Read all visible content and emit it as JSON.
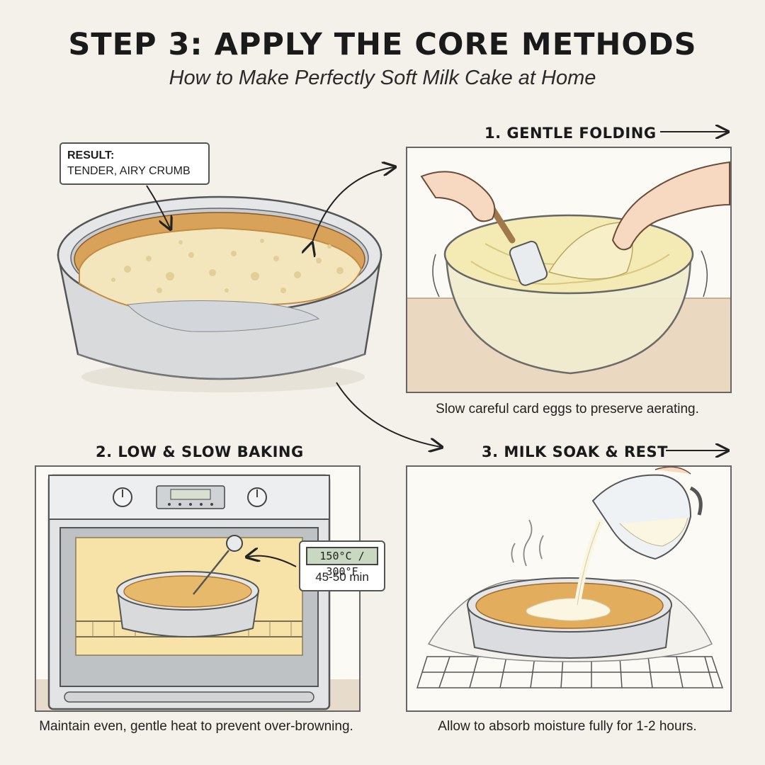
{
  "header": {
    "title": "STEP 3: APPLY THE CORE METHODS",
    "subtitle": "How to Make Perfectly Soft Milk Cake at Home"
  },
  "callout": {
    "label": "RESULT:",
    "text": "TENDER, AIRY CRUMB"
  },
  "steps": [
    {
      "heading": "1. GENTLE FOLDING",
      "caption": "Slow careful card eggs to preserve aerating."
    },
    {
      "heading": "2. LOW & SLOW BAKING",
      "caption": "Maintain even, gentle heat to prevent over-browning."
    },
    {
      "heading": "3. MILK SOAK & REST",
      "caption": "Allow to absorb moisture fully for 1-2 hours."
    }
  ],
  "thermometer": {
    "display": "150°C / 300°F",
    "time": "45-50 min"
  },
  "colors": {
    "background": "#f3f1ea",
    "cake_crust": "#d9a25a",
    "cake_crumb": "#f3e6bc",
    "batter": "#f3eab4",
    "pan": "#d8dadc",
    "oven_glow": "#f7e2a8",
    "counter": "#ead9c0"
  }
}
